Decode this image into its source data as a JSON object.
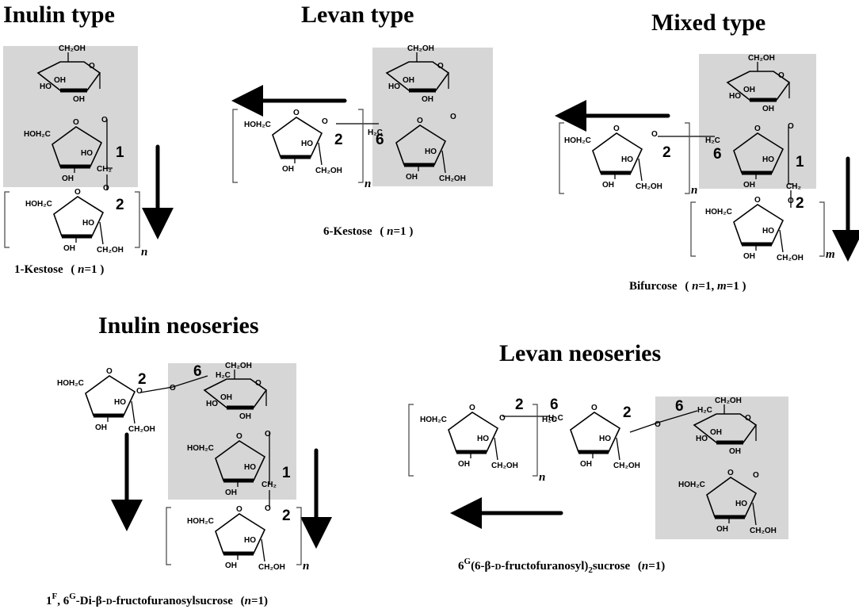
{
  "titles": {
    "inulin_type": "Inulin type",
    "levan_type": "Levan type",
    "mixed_type": "Mixed type",
    "inulin_neoseries": "Inulin neoseries",
    "levan_neoseries": "Levan neoseries"
  },
  "captions": {
    "kestose_1": {
      "name": "1-Kestose",
      "paren_open": "(",
      "n": "n",
      "eq": "=1",
      "paren_close": ")"
    },
    "kestose_6": {
      "name": "6-Kestose",
      "paren_open": "(",
      "n": "n",
      "eq": "=1",
      "paren_close": ")"
    },
    "bifurcose": {
      "name": "Bifurcose",
      "paren_open": "(",
      "n": "n",
      "eq1": "=1, ",
      "m": "m",
      "eq2": "=1",
      "paren_close": ")"
    },
    "inulin_neo": {
      "p1": "1",
      "sup1": "F",
      "p2": ", 6",
      "sup2": "G",
      "p3": "-Di-β-",
      "small": "D",
      "p4": "-fructofuranosylsucrose",
      "paren_open": "(",
      "n": "n",
      "eq": "=1",
      "paren_close": ")"
    },
    "levan_neo": {
      "p1": "6",
      "sup1": "G",
      "p2": "(6-β-",
      "small": "D",
      "p3": "-fructofuranosyl)",
      "sub": "2",
      "p4": "sucrose",
      "paren_open": "(",
      "n": "n",
      "eq": "=1",
      "paren_close": ")"
    }
  },
  "groups": {
    "ch2oh": "CH₂OH",
    "hoh2c": "HOH₂C",
    "ch2": "CH₂",
    "h2c": "H₂C",
    "oh": "OH",
    "ho": "HO",
    "o": "O"
  },
  "linkage_numbers": {
    "one": "1",
    "two": "2",
    "six": "6"
  },
  "repeat_labels": {
    "n": "n",
    "m": "m"
  }
}
